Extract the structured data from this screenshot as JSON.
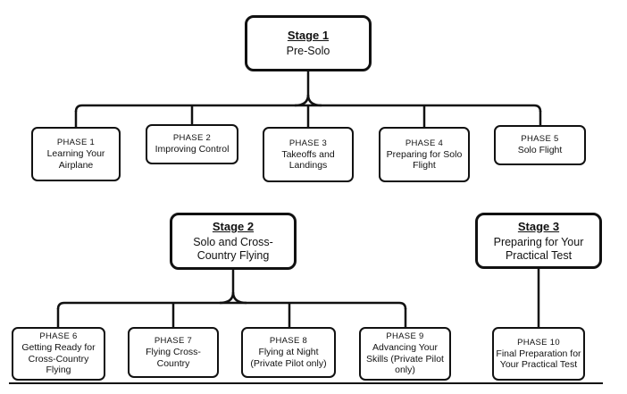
{
  "stage1": {
    "title": "Stage 1",
    "name": "Pre-Solo",
    "phases": [
      {
        "title": "PHASE 1",
        "name": "Learning Your Airplane"
      },
      {
        "title": "PHASE 2",
        "name": "Improving Control"
      },
      {
        "title": "PHASE 3",
        "name": "Takeoffs and Landings"
      },
      {
        "title": "PHASE 4",
        "name": "Preparing for Solo Flight"
      },
      {
        "title": "PHASE 5",
        "name": "Solo  Flight"
      }
    ]
  },
  "stage2": {
    "title": "Stage 2",
    "name": "Solo and Cross-Country Flying",
    "phases": [
      {
        "title": "PHASE 6",
        "name": "Getting Ready for Cross-Country Flying"
      },
      {
        "title": "PHASE 7",
        "name": "Flying Cross-Country"
      },
      {
        "title": "PHASE 8",
        "name": "Flying at Night (Private Pilot only)"
      },
      {
        "title": "PHASE 9",
        "name": "Advancing Your Skills (Private Pilot only)"
      }
    ]
  },
  "stage3": {
    "title": "Stage 3",
    "name": "Preparing for Your Practical Test",
    "phases": [
      {
        "title": "PHASE 10",
        "name": "Final Preparation for Your Practical Test"
      }
    ]
  }
}
